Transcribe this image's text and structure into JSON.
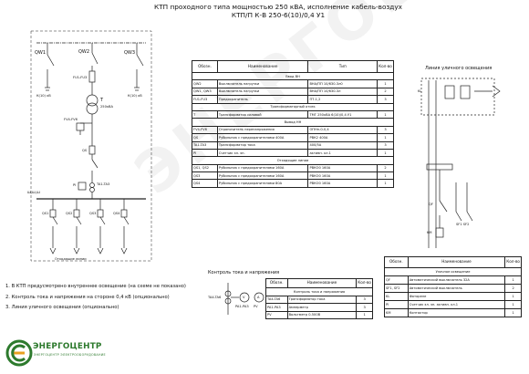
{
  "title": {
    "line1": "КТП проходного типа мощностью 250 кВА, исполнение кабель-воздух",
    "line2": "КТП/П К-В 250-6(10)/0,4 У1"
  },
  "main_table": {
    "headers": [
      "Обозн.",
      "Наименование",
      "Тип",
      "Кол-во"
    ],
    "rows": [
      {
        "section": "Ввод ВН"
      },
      {
        "cells": [
          "QW2",
          "Выключатель нагрузки",
          "ВНА/ПП 10/630-3л0",
          "1"
        ]
      },
      {
        "cells": [
          "QW1, QW3",
          "Выключатель нагрузки",
          "ВНА/ПП 10/630-3л",
          "2"
        ]
      },
      {
        "cells": [
          "FU1-FU3",
          "Предохранитель",
          "ПТ-1,2",
          "3"
        ]
      },
      {
        "section": "Трансформаторный отсек"
      },
      {
        "cells": [
          "T",
          "Трансформатор силовой",
          "ТМГ 250кВА 6(10)/0,4 У1",
          "1"
        ]
      },
      {
        "section": "Вывод НН"
      },
      {
        "cells": [
          "FV4-FV6",
          "Ограничитель перенапряжения",
          "ОПНп-0-0,4",
          "3"
        ]
      },
      {
        "cells": [
          "QS",
          "Рубильник с предохранителями 400А",
          "РВК2 400А",
          "1"
        ]
      },
      {
        "cells": [
          "TA1-TA3",
          "Трансформатор тока",
          "400/5А",
          "3"
        ]
      },
      {
        "cells": [
          "PI",
          "Счетчик эл. эн.",
          "активн. кл.1",
          "1"
        ]
      },
      {
        "section": "Отходящие линии"
      },
      {
        "cells": [
          "QS1, QS2",
          "Рубильник с предохранителями 160А",
          "РВКО0 160А",
          "2"
        ]
      },
      {
        "cells": [
          "QS3",
          "Рубильник с предохранителями 160А",
          "РВКО0 160А",
          "1"
        ]
      },
      {
        "cells": [
          "QS4",
          "Рубильник с предохранителями 80А",
          "РВКО0 160А",
          "1"
        ]
      }
    ]
  },
  "street_light": {
    "title": "Линия уличного освещения",
    "headers": [
      "Обозн.",
      "Наименование",
      "Кол-во"
    ],
    "rows": [
      {
        "section": "Уличное освещение"
      },
      {
        "cells": [
          "QF",
          "Автоматический выключатель 32А",
          "1"
        ]
      },
      {
        "cells": [
          "SF1, SF2",
          "Автоматический выключатель",
          "2"
        ]
      },
      {
        "cells": [
          "KL",
          "Фотореле",
          "1"
        ]
      },
      {
        "cells": [
          "PI",
          "Счетчик эл. эн. активн. кл.1",
          "1"
        ]
      },
      {
        "cells": [
          "KM",
          "Контактор",
          "1"
        ]
      }
    ]
  },
  "control": {
    "title": "Контроль тока и напряжения",
    "headers": [
      "Обозн.",
      "Наименование",
      "Кол-во"
    ],
    "rows": [
      {
        "section": "Контроль тока и напряжения"
      },
      {
        "cells": [
          "TA4-TA6",
          "Трансформатор тока",
          "3"
        ]
      },
      {
        "cells": [
          "PA1-PA3",
          "Амперметр",
          "3"
        ]
      },
      {
        "cells": [
          "PV",
          "Вольтметр 0-500В",
          "1"
        ]
      }
    ]
  },
  "notes": [
    "1. В КТП предусмотрено внутреннее освещение (на схеме не показано)",
    "2. Контроль тока и напряжения на стороне 0,4 кВ (опционально)",
    "3. Линия уличного освещения (опционально)"
  ],
  "diagram_labels": {
    "qw1": "QW1",
    "qw2": "QW2",
    "qw3": "QW3",
    "fu": "FU1-FU3",
    "cable_left": "К(10) кВ",
    "cable_right": "К(10) кВ",
    "t": "T",
    "t_sub": "250кВА",
    "fv": "FV4-FV6",
    "qs": "QS",
    "ta": "TA1-TA3",
    "pi": "PI",
    "bus": "Ш,Ш,Ш",
    "qs1": "QS1",
    "qs2": "QS2",
    "qs3": "QS3",
    "qs4": "QS4",
    "outgoing": "Отходящие линии",
    "kl": "KL",
    "qf": "QF",
    "sf": "SF1 SF2",
    "km": "KM",
    "ta_ctrl": "TA4-TA6",
    "pa_ctrl": "PA1-PA3",
    "pv_ctrl": "PV",
    "v": "V",
    "a": "A"
  },
  "logo": {
    "name": "ЭНЕРГОЦЕНТР",
    "subtitle": "ЭНЕРГОЦЕНТР ЭЛЕКТРООБОРУДОВАНИЕ",
    "green": "#2d7a2d",
    "orange": "#e8a020"
  },
  "watermark": "ЭНЕРГОЦЕНТР"
}
